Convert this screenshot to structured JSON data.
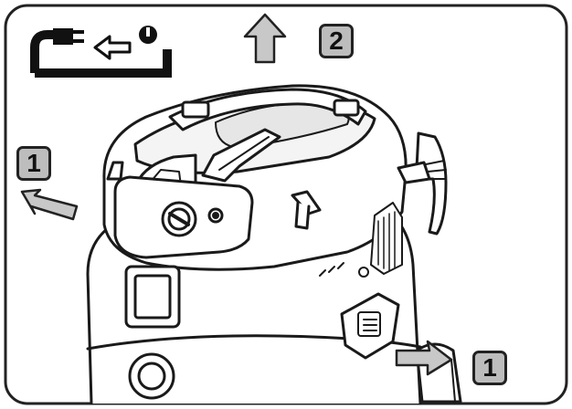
{
  "step_badges": {
    "top": "2",
    "left": "1",
    "bottom_right": "1"
  },
  "icons": {
    "unplug": "unplug-icon",
    "lift_arrow": "up-arrow-icon",
    "release_left_arrow": "release-arrow-left-icon",
    "release_right_arrow": "release-arrow-right-icon"
  },
  "colors": {
    "outline": "#222222",
    "badge_fill": "#bdbdbd",
    "arrow_fill": "#c8c8c8",
    "background": "#ffffff"
  }
}
